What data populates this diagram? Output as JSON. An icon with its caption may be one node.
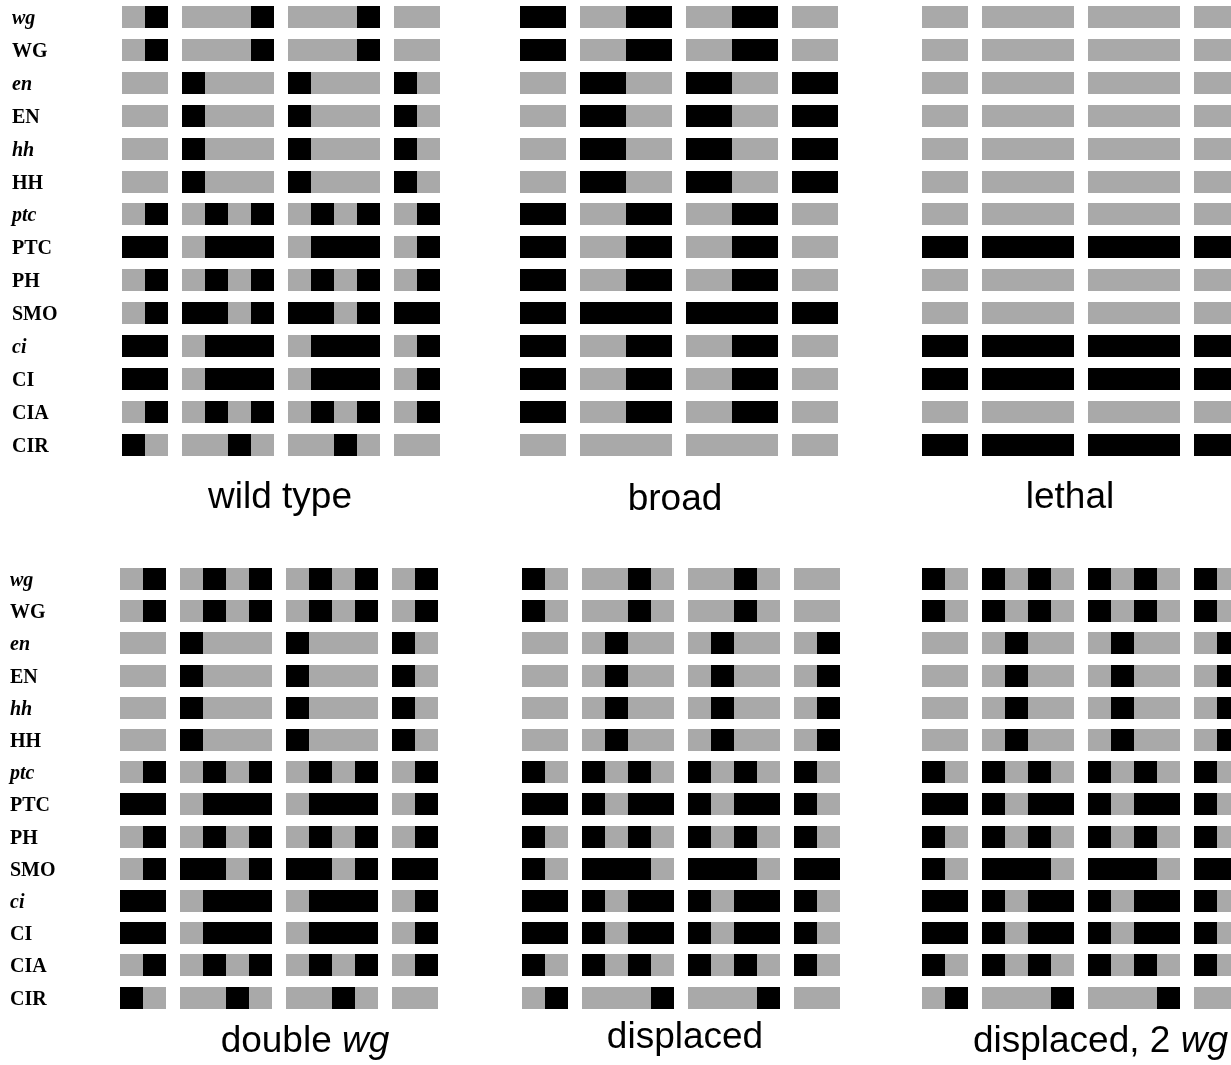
{
  "diagram": {
    "labels": [
      "wg",
      "WG",
      "en",
      "EN",
      "hh",
      "HH",
      "ptc",
      "PTC",
      "PH",
      "SMO",
      "ci",
      "CI",
      "CIA",
      "CIR",
      "wild type",
      "broad",
      "lethal",
      "wg",
      "WG",
      "en",
      "EN",
      "hh",
      "HH",
      "ptc",
      "PTC",
      "PH",
      "SMO",
      "ci",
      "CI",
      "CIA",
      "CIR",
      "double *wg*",
      "displaced",
      "displaced, 2 *wg*"
    ]
  }
}
